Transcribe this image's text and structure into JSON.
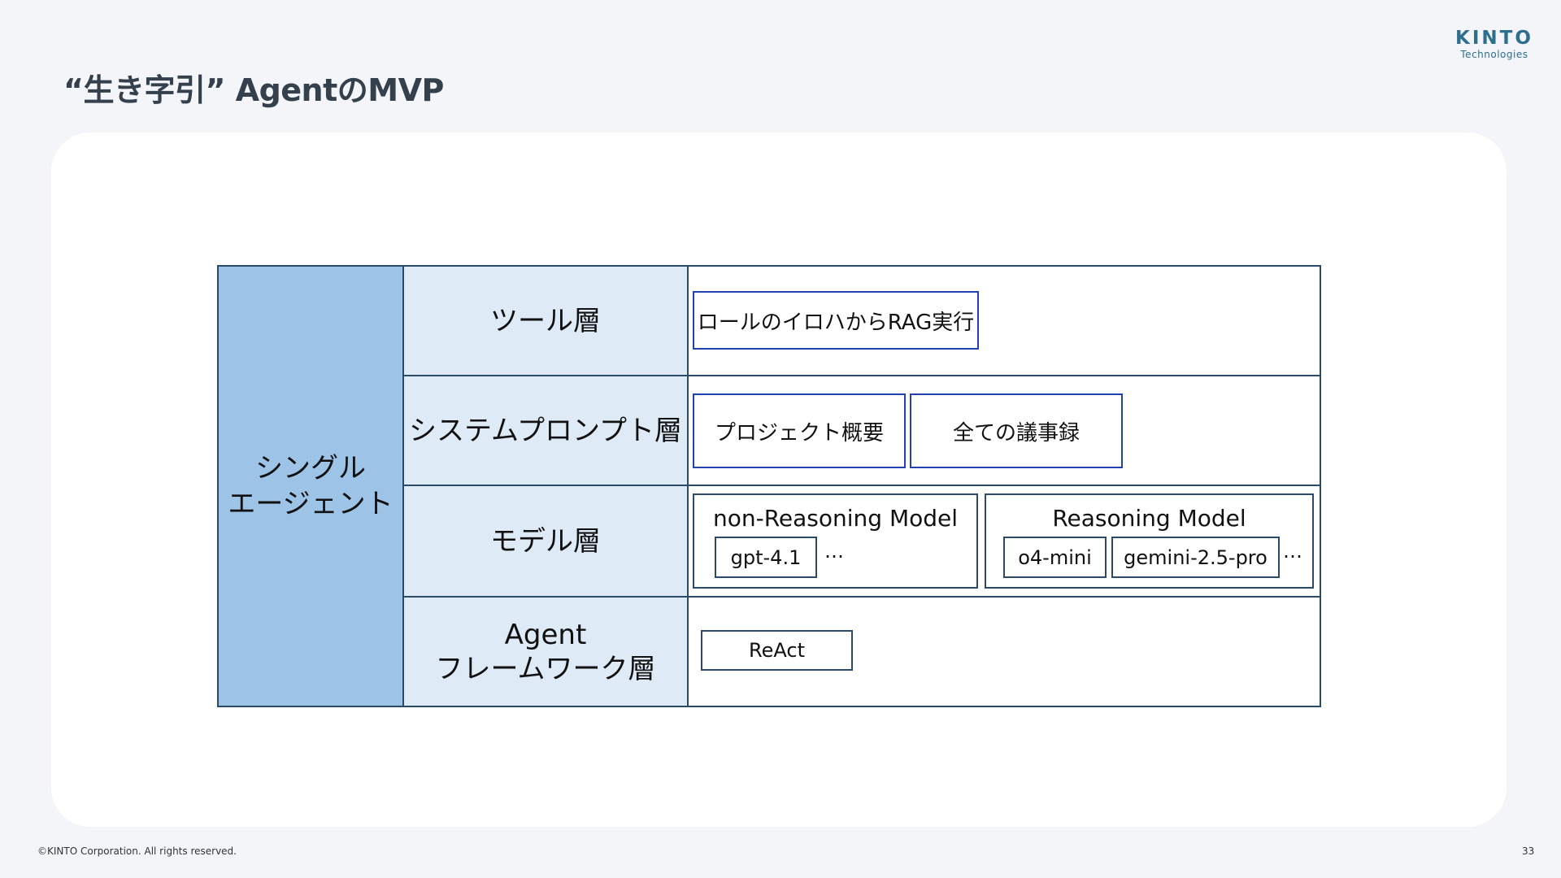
{
  "slide": {
    "title": "“生き字引” AgentのMVP",
    "page_number": "33",
    "footer": "©KINTO Corporation. All rights reserved."
  },
  "logo": {
    "main": "KINTO",
    "sub": "Technologies"
  },
  "diagram": {
    "side_label": "シングル\nエージェント",
    "layers": [
      {
        "label": "ツール層",
        "items": [
          "ロールのイロハからRAG実行"
        ]
      },
      {
        "label": "システムプロンプト層",
        "items": [
          "プロジェクト概要",
          "全ての議事録"
        ]
      },
      {
        "label": "モデル層",
        "groups": [
          {
            "title": "non-Reasoning Model",
            "items": [
              "gpt-4.1"
            ],
            "more": "…"
          },
          {
            "title": "Reasoning Model",
            "items": [
              "o4-mini",
              "gemini-2.5-pro"
            ],
            "more": "…"
          }
        ]
      },
      {
        "label": "Agent\nフレームワーク層",
        "items": [
          "ReAct"
        ]
      }
    ]
  },
  "colors": {
    "side_fill": "#9dc3e6",
    "layer_fill": "#deeaf6",
    "border": "#2b4a68",
    "accent_border": "#2341b0",
    "title": "#34404c",
    "logo": "#2e6f8e"
  }
}
